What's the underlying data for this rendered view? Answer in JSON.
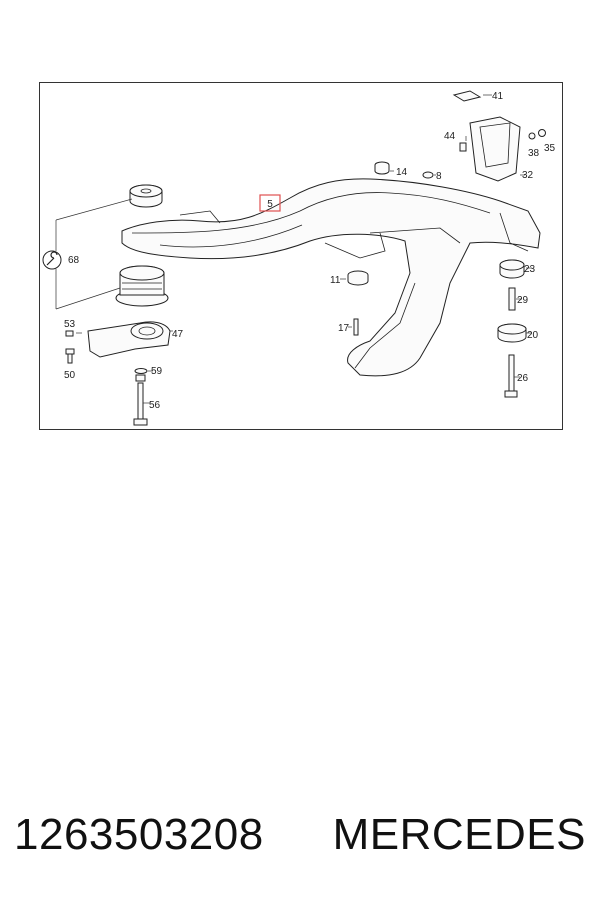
{
  "diagram": {
    "callouts": {
      "c5": "5",
      "c8": "8",
      "c11": "11",
      "c14": "14",
      "c17": "17",
      "c20": "20",
      "c23": "23",
      "c26": "26",
      "c29": "29",
      "c32": "32",
      "c35": "35",
      "c38": "38",
      "c41": "41",
      "c44": "44",
      "c47": "47",
      "c50": "50",
      "c53": "53",
      "c56": "56",
      "c59": "59",
      "c68": "68"
    },
    "icons": [
      "wrench-icon"
    ],
    "highlight_color": "#e05050"
  },
  "caption": {
    "part_number": "1263503208",
    "brand": "MERCEDES"
  }
}
